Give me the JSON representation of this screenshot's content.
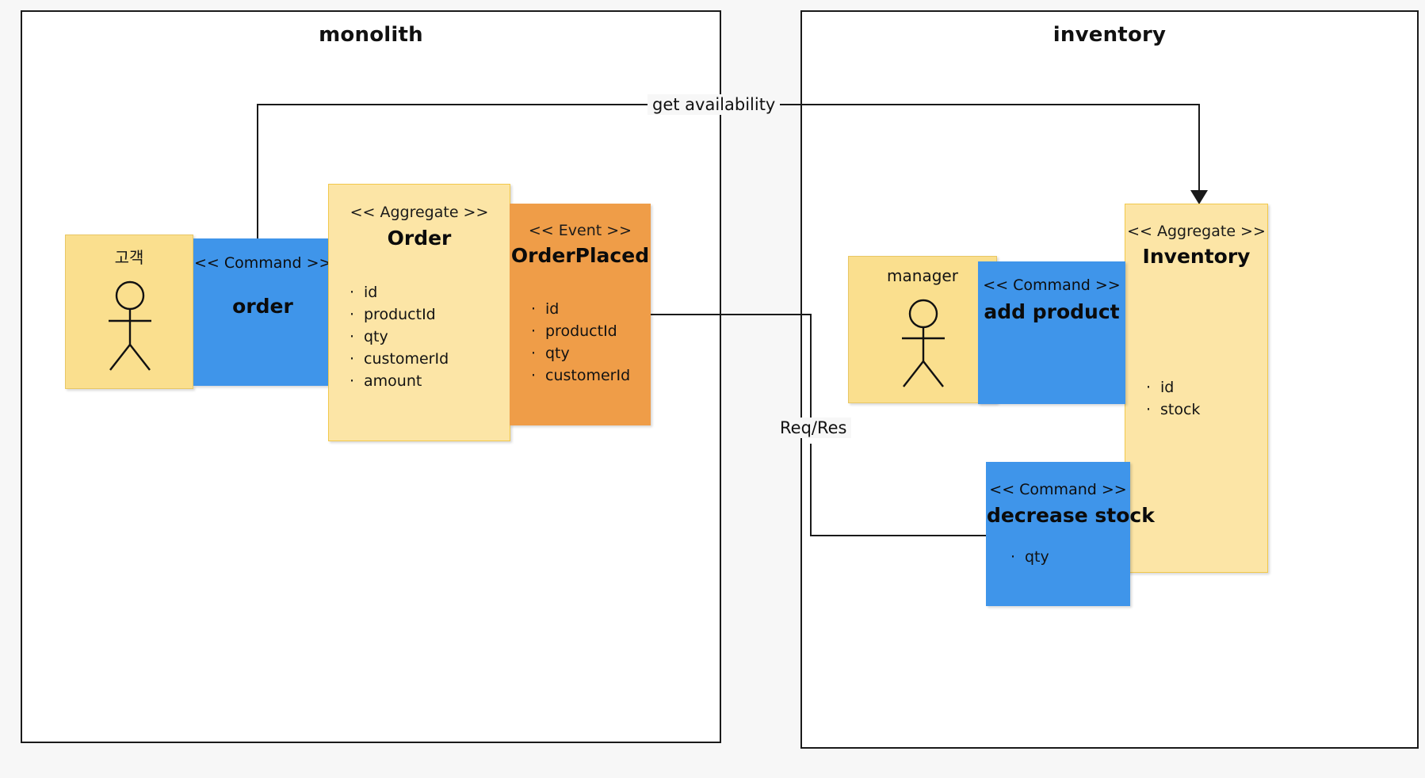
{
  "diagram": {
    "type": "event-storming-context-map",
    "contexts": [
      {
        "id": "monolith",
        "title": "monolith"
      },
      {
        "id": "inventory",
        "title": "inventory"
      }
    ],
    "stereotypes": {
      "aggregate": "<< Aggregate >>",
      "command": "<< Command >>",
      "event": "<< Event >>"
    },
    "actors": [
      {
        "id": "customer",
        "label": "고객",
        "context": "monolith"
      },
      {
        "id": "manager",
        "label": "manager",
        "context": "inventory"
      }
    ],
    "commands": [
      {
        "id": "order",
        "stereotype": "<< Command >>",
        "name": "order",
        "attributes": []
      },
      {
        "id": "add-product",
        "stereotype": "<< Command >>",
        "name": "add product",
        "attributes": []
      },
      {
        "id": "decrease-stock",
        "stereotype": "<< Command >>",
        "name": "decrease stock",
        "attributes": [
          "qty"
        ]
      }
    ],
    "aggregates": [
      {
        "id": "order-aggregate",
        "stereotype": "<< Aggregate >>",
        "name": "Order",
        "attributes": [
          "id",
          "productId",
          "qty",
          "customerId",
          "amount"
        ]
      },
      {
        "id": "inventory-aggregate",
        "stereotype": "<< Aggregate >>",
        "name": "Inventory",
        "attributes": [
          "id",
          "stock"
        ]
      }
    ],
    "events": [
      {
        "id": "order-placed",
        "stereotype": "<< Event >>",
        "name": "OrderPlaced",
        "attributes": [
          "id",
          "productId",
          "qty",
          "customerId"
        ]
      }
    ],
    "relations": [
      {
        "id": "get-availability",
        "label": "get availability",
        "from": "order",
        "to": "inventory-aggregate"
      },
      {
        "id": "req-res",
        "label": "Req/Res",
        "from": "order-placed",
        "to": "decrease-stock"
      }
    ],
    "colors": {
      "actor": "#fadf8e",
      "command": "#3f95ea",
      "aggregate": "#fce5a6",
      "event": "#ef9d48",
      "line": "#1a1a1a",
      "canvas": "#f7f7f7",
      "context_fill": "#ffffff"
    }
  }
}
